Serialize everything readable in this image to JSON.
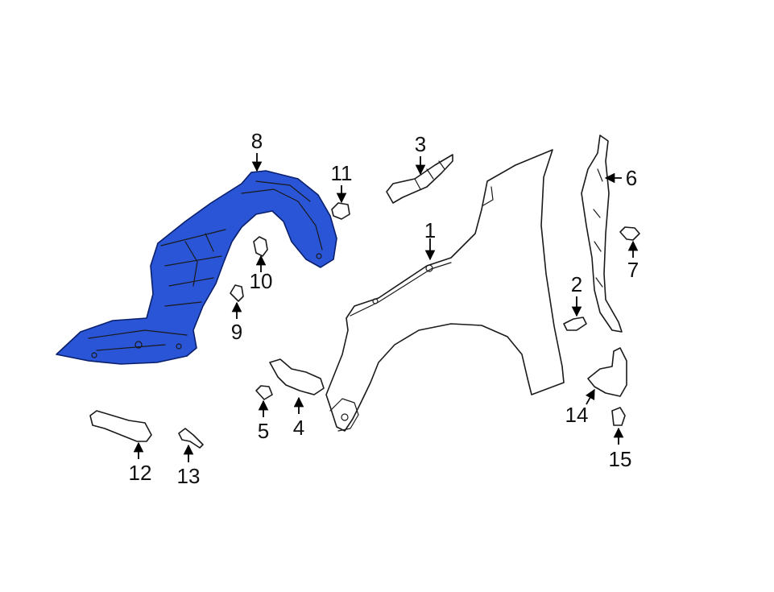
{
  "colors": {
    "highlight": "#2955d6",
    "highlight_stroke": "#0a1f6b",
    "line": "#1a1a1a",
    "background": "#ffffff"
  },
  "callouts": [
    {
      "id": "1",
      "label": "1"
    },
    {
      "id": "2",
      "label": "2"
    },
    {
      "id": "3",
      "label": "3"
    },
    {
      "id": "4",
      "label": "4"
    },
    {
      "id": "5",
      "label": "5"
    },
    {
      "id": "6",
      "label": "6"
    },
    {
      "id": "7",
      "label": "7"
    },
    {
      "id": "8",
      "label": "8"
    },
    {
      "id": "9",
      "label": "9"
    },
    {
      "id": "10",
      "label": "10"
    },
    {
      "id": "11",
      "label": "11"
    },
    {
      "id": "12",
      "label": "12"
    },
    {
      "id": "13",
      "label": "13"
    },
    {
      "id": "14",
      "label": "14"
    },
    {
      "id": "15",
      "label": "15"
    }
  ],
  "highlighted_part": "8"
}
